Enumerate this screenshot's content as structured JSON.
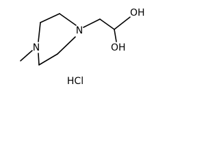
{
  "molecule": {
    "atoms": {
      "n_top": "N",
      "n_bottom": "N",
      "oh_top": "OH",
      "oh_bottom": "OH"
    },
    "salt": "HCl"
  },
  "colors": {
    "background": "#ffffff",
    "ink": "#000000"
  }
}
